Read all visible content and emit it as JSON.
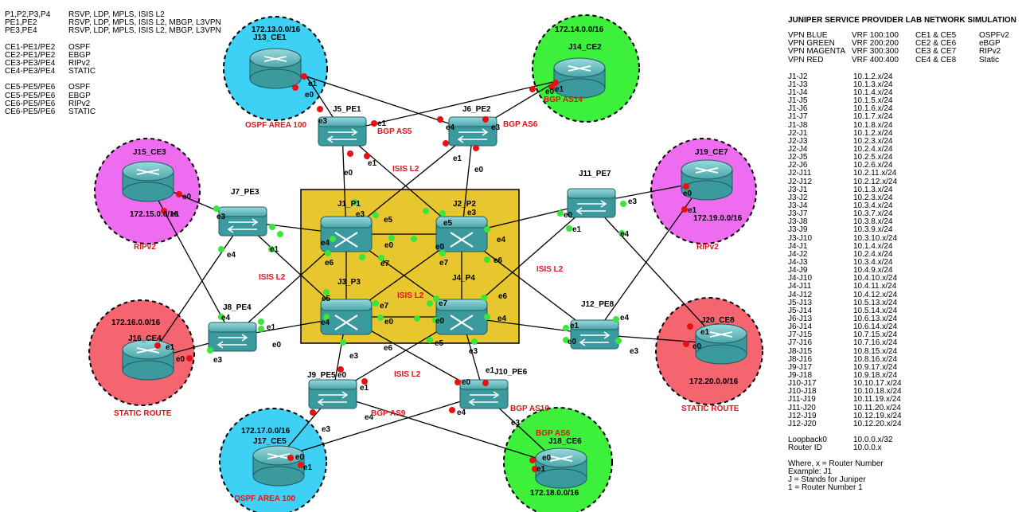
{
  "top_left_legend": {
    "group1": [
      {
        "routers": "P1,P2,P3,P4",
        "protocols": "RSVP, LDP, MPLS, ISIS L2"
      },
      {
        "routers": "PE1,PE2",
        "protocols": "RSVP, LDP, MPLS, ISIS L2, MBGP, L3VPN"
      },
      {
        "routers": "PE3,PE4",
        "protocols": "RSVP, LDP, MPLS, ISIS L2, MBGP, L3VPN"
      }
    ],
    "group2": [
      {
        "routers": "CE1-PE1/PE2",
        "protocols": "OSPF"
      },
      {
        "routers": "CE2-PE1/PE2",
        "protocols": "EBGP"
      },
      {
        "routers": "CE3-PE3/PE4",
        "protocols": "RIPv2"
      },
      {
        "routers": "CE4-PE3/PE4",
        "protocols": "STATIC"
      }
    ],
    "group3": [
      {
        "routers": "CE5-PE5/PE6",
        "protocols": "OSPF"
      },
      {
        "routers": "CE5-PE5/PE6",
        "protocols": "EBGP"
      },
      {
        "routers": "CE6-PE5/PE6",
        "protocols": "RIPv2"
      },
      {
        "routers": "CE6-PE5/PE6",
        "protocols": "STATIC"
      }
    ]
  },
  "right_panel": {
    "title": "JUNIPER SERVICE PROVIDER LAB NETWORK SIMULATION",
    "vpns": [
      {
        "name": "VPN BLUE",
        "vrf": "VRF 100:100",
        "ces": "CE1 & CE5",
        "proto": "OSPFv2"
      },
      {
        "name": "VPN GREEN",
        "vrf": "VRF 200:200",
        "ces": "CE2 & CE6",
        "proto": "eBGP"
      },
      {
        "name": "VPN MAGENTA",
        "vrf": "VRF 300:300",
        "ces": "CE3 & CE7",
        "proto": "RIPv2"
      },
      {
        "name": "VPN RED",
        "vrf": "VRF 400:400",
        "ces": "CE4 & CE8",
        "proto": "Static"
      }
    ],
    "links": [
      {
        "k": "J1-J2",
        "v": "10.1.2.x/24"
      },
      {
        "k": "J1-J3",
        "v": "10.1.3.x/24"
      },
      {
        "k": "J1-J4",
        "v": "10.1.4.x/24"
      },
      {
        "k": "J1-J5",
        "v": "10.1.5.x/24"
      },
      {
        "k": "J1-J6",
        "v": "10.1.6.x/24"
      },
      {
        "k": "J1-J7",
        "v": "10.1.7.x/24"
      },
      {
        "k": "J1-J8",
        "v": "10.1.8.x/24"
      },
      {
        "k": "J2-J1",
        "v": "10.1.2.x/24"
      },
      {
        "k": "J2-J3",
        "v": "10.2.3.x/24"
      },
      {
        "k": "J2-J4",
        "v": "10.2.4.x/24"
      },
      {
        "k": "J2-J5",
        "v": "10.2.5.x/24"
      },
      {
        "k": "J2-J6",
        "v": "10.2.6.x/24"
      },
      {
        "k": "J2-J11",
        "v": "10.2.11.x/24"
      },
      {
        "k": "J2-J12",
        "v": "10.2.12.x/24"
      },
      {
        "k": "J3-J1",
        "v": "10.1.3.x/24"
      },
      {
        "k": "J3-J2",
        "v": "10.2.3.x/24"
      },
      {
        "k": "J3-J4",
        "v": "10.3.4.x/24"
      },
      {
        "k": "J3-J7",
        "v": "10.3.7.x/24"
      },
      {
        "k": "J3-J8",
        "v": "10.3.8.x/24"
      },
      {
        "k": "J3-J9",
        "v": " 10.3.9.x/24"
      },
      {
        "k": "J3-J10",
        "v": "10.3.10.x/24"
      },
      {
        "k": "J4-J1",
        "v": "10.1.4.x/24"
      },
      {
        "k": "J4-J2",
        "v": "10.2.4.x/24"
      },
      {
        "k": "J4-J3",
        "v": "10.3.4.x/24"
      },
      {
        "k": "J4-J9",
        "v": "10.4.9.x/24"
      },
      {
        "k": "J4-J10",
        "v": "10.4.10.x/24"
      },
      {
        "k": "J4-J11",
        "v": "10.4.11.x/24"
      },
      {
        "k": "J4-J12",
        "v": "10.4.12.x/24"
      },
      {
        "k": "J5-J13",
        "v": "10.5.13.x/24"
      },
      {
        "k": "J5-J14",
        "v": "10.5.14.x/24"
      },
      {
        "k": "J6-J13",
        "v": "10.6.13.x/24"
      },
      {
        "k": "J6-J14",
        "v": "10.6.14.x/24"
      },
      {
        "k": "J7-J15",
        "v": "10.7.15.x/24"
      },
      {
        "k": "J7-J16",
        "v": "10.7.16.x/24"
      },
      {
        "k": "J8-J15",
        "v": "10.8.15.x/24"
      },
      {
        "k": "J8-J16",
        "v": "10.8.16.x/24"
      },
      {
        "k": "J9-J17",
        "v": "10.9.17.x/24"
      },
      {
        "k": "J9-J18",
        "v": "10.9.18.x/24"
      },
      {
        "k": "J10-J17",
        "v": "10.10.17.x/24"
      },
      {
        "k": "J10-J18",
        "v": "10.10.18.x/24"
      },
      {
        "k": "J11-J19",
        "v": "10.11.19.x/24"
      },
      {
        "k": "J11-J20",
        "v": "10.11.20.x/24"
      },
      {
        "k": "J12-J19",
        "v": "10.12.19.x/24"
      },
      {
        "k": "J12-J20",
        "v": "10.12.20.x/24"
      }
    ],
    "loopback": {
      "k": "Loopback0",
      "v": "10.0.0.x/32"
    },
    "routerid": {
      "k": "Router ID",
      "v": "10.0.0.x"
    },
    "footnotes": [
      "Where, x = Router Number",
      "Example: J1",
      "J = Stands for Juniper",
      "1 = Router Number 1"
    ]
  },
  "colors": {
    "core_box": "#e8c62e",
    "blue_site": "#3fd0f5",
    "green_site": "#3cf03c",
    "magenta_site": "#ee6cf0",
    "red_site": "#f46570",
    "router_body": "#3b9a9e",
    "label_red": "#e0151b",
    "port_red": "#e81010",
    "port_green": "#39e639"
  },
  "routers": [
    {
      "id": "J1",
      "label": "J1_P1",
      "kind": "core"
    },
    {
      "id": "J2",
      "label": "J2_P2",
      "kind": "core"
    },
    {
      "id": "J3",
      "label": "J3_P3",
      "kind": "core"
    },
    {
      "id": "J4",
      "label": "J4_P4",
      "kind": "core"
    },
    {
      "id": "J5",
      "label": "J5_PE1",
      "kind": "switch"
    },
    {
      "id": "J6",
      "label": "J6_PE2",
      "kind": "switch"
    },
    {
      "id": "J7",
      "label": "J7_PE3",
      "kind": "switch"
    },
    {
      "id": "J8",
      "label": "J8_PE4",
      "kind": "switch"
    },
    {
      "id": "J9",
      "label": "J9_PE5",
      "kind": "switch"
    },
    {
      "id": "J10",
      "label": "J10_PE6",
      "kind": "switch"
    },
    {
      "id": "J11",
      "label": "J11_PE7",
      "kind": "switch"
    },
    {
      "id": "J12",
      "label": "J12_PE8",
      "kind": "switch"
    },
    {
      "id": "J13",
      "label": "J13_CE1",
      "kind": "router"
    },
    {
      "id": "J14",
      "label": "J14_CE2",
      "kind": "router"
    },
    {
      "id": "J15",
      "label": "J15_CE3",
      "kind": "router"
    },
    {
      "id": "J16",
      "label": "J16_CE4",
      "kind": "router"
    },
    {
      "id": "J17",
      "label": "J17_CE5",
      "kind": "router"
    },
    {
      "id": "J18",
      "label": "J18_CE6",
      "kind": "router"
    },
    {
      "id": "J19",
      "label": "J19_CE7",
      "kind": "router"
    },
    {
      "id": "J20",
      "label": "J20_CE8",
      "kind": "router"
    }
  ],
  "site_labels": {
    "j13_net": "172.13.0.0/16",
    "j14_net": "172.14.0.0/16",
    "j15_net": "172.15.0.0/16",
    "j16_net": "172.16.0.0/16",
    "j17_net": "172.17.0.0/16",
    "j18_net": "172.18.0.0/16",
    "j19_net": "172.19.0.0/16",
    "j20_net": "172.20.0.0/16"
  },
  "area_labels": {
    "ospf_top": "OSPF AREA 100",
    "ospf_bottom": "OSPF AREA 100",
    "rip_left": "RIPv2",
    "rip_right": "RIPv2",
    "static_left": "STATIC ROUTE",
    "static_right": "STATIC ROUTE",
    "bgp_as5": "BGP AS5",
    "bgp_as6_top": "BGP AS6",
    "bgp_as14": "BGP AS14",
    "bgp_as9": "BGP AS9",
    "bgp_as10": "BGP AS10",
    "bgp_as6_bottom": "BGP AS6",
    "isis_top": "ISIS L2",
    "isis_left": "ISIS L2",
    "isis_center": "ISIS L2",
    "isis_right": "ISIS L2",
    "isis_bottom": "ISIS L2"
  },
  "ports": {
    "e0": "e0",
    "e1": "e1",
    "e3": "e3",
    "e4": "e4",
    "e5": "e5",
    "e6": "e6",
    "e7": "e7"
  }
}
